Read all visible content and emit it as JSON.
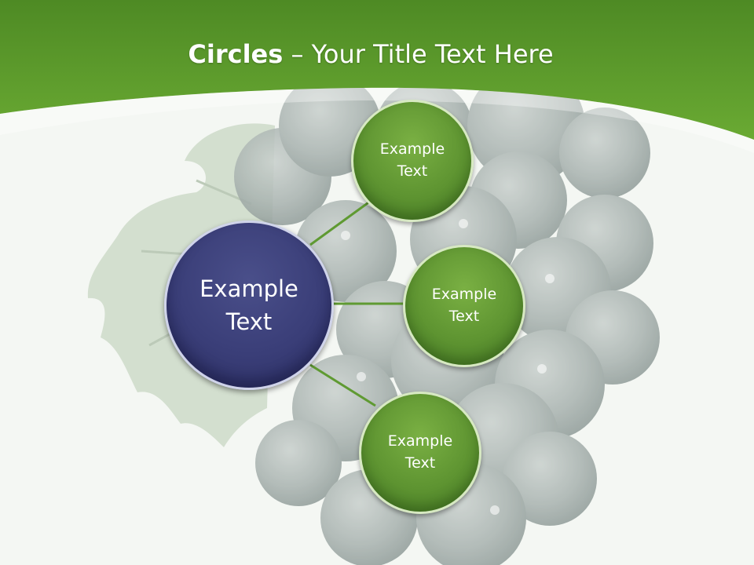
{
  "slide": {
    "title_bold": "Circles",
    "title_rest": " – Your Title Text Here"
  },
  "diagram": {
    "center": {
      "label_line1": "Example",
      "label_line2": "Text",
      "color": "#3a3e78"
    },
    "satellites": [
      {
        "label_line1": "Example",
        "label_line2": "Text",
        "color": "#5e9431"
      },
      {
        "label_line1": "Example",
        "label_line2": "Text",
        "color": "#5e9431"
      },
      {
        "label_line1": "Example",
        "label_line2": "Text",
        "color": "#5e9431"
      }
    ],
    "connector_color": "#5f9a32"
  },
  "theme": {
    "header_green": "#5a9a2a",
    "background": "#f4f7f3"
  }
}
